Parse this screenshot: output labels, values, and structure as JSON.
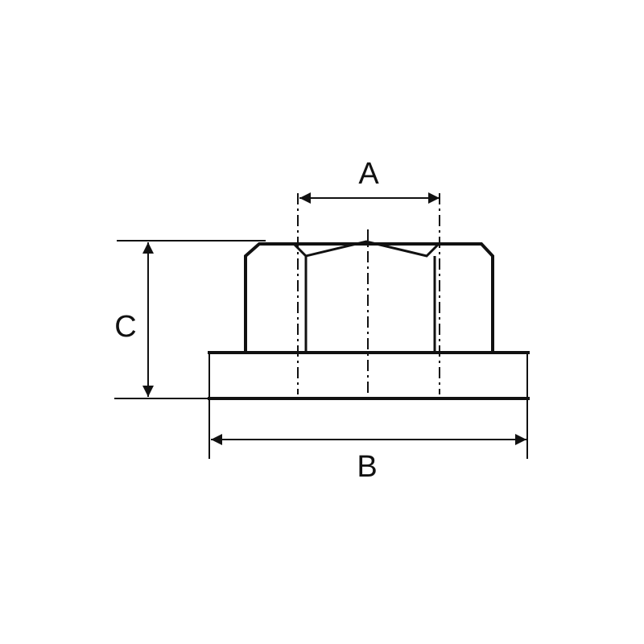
{
  "diagram": {
    "labels": {
      "a": "A",
      "b": "B",
      "c": "C"
    },
    "colors": {
      "ink": "#111111",
      "background": "#ffffff"
    }
  }
}
